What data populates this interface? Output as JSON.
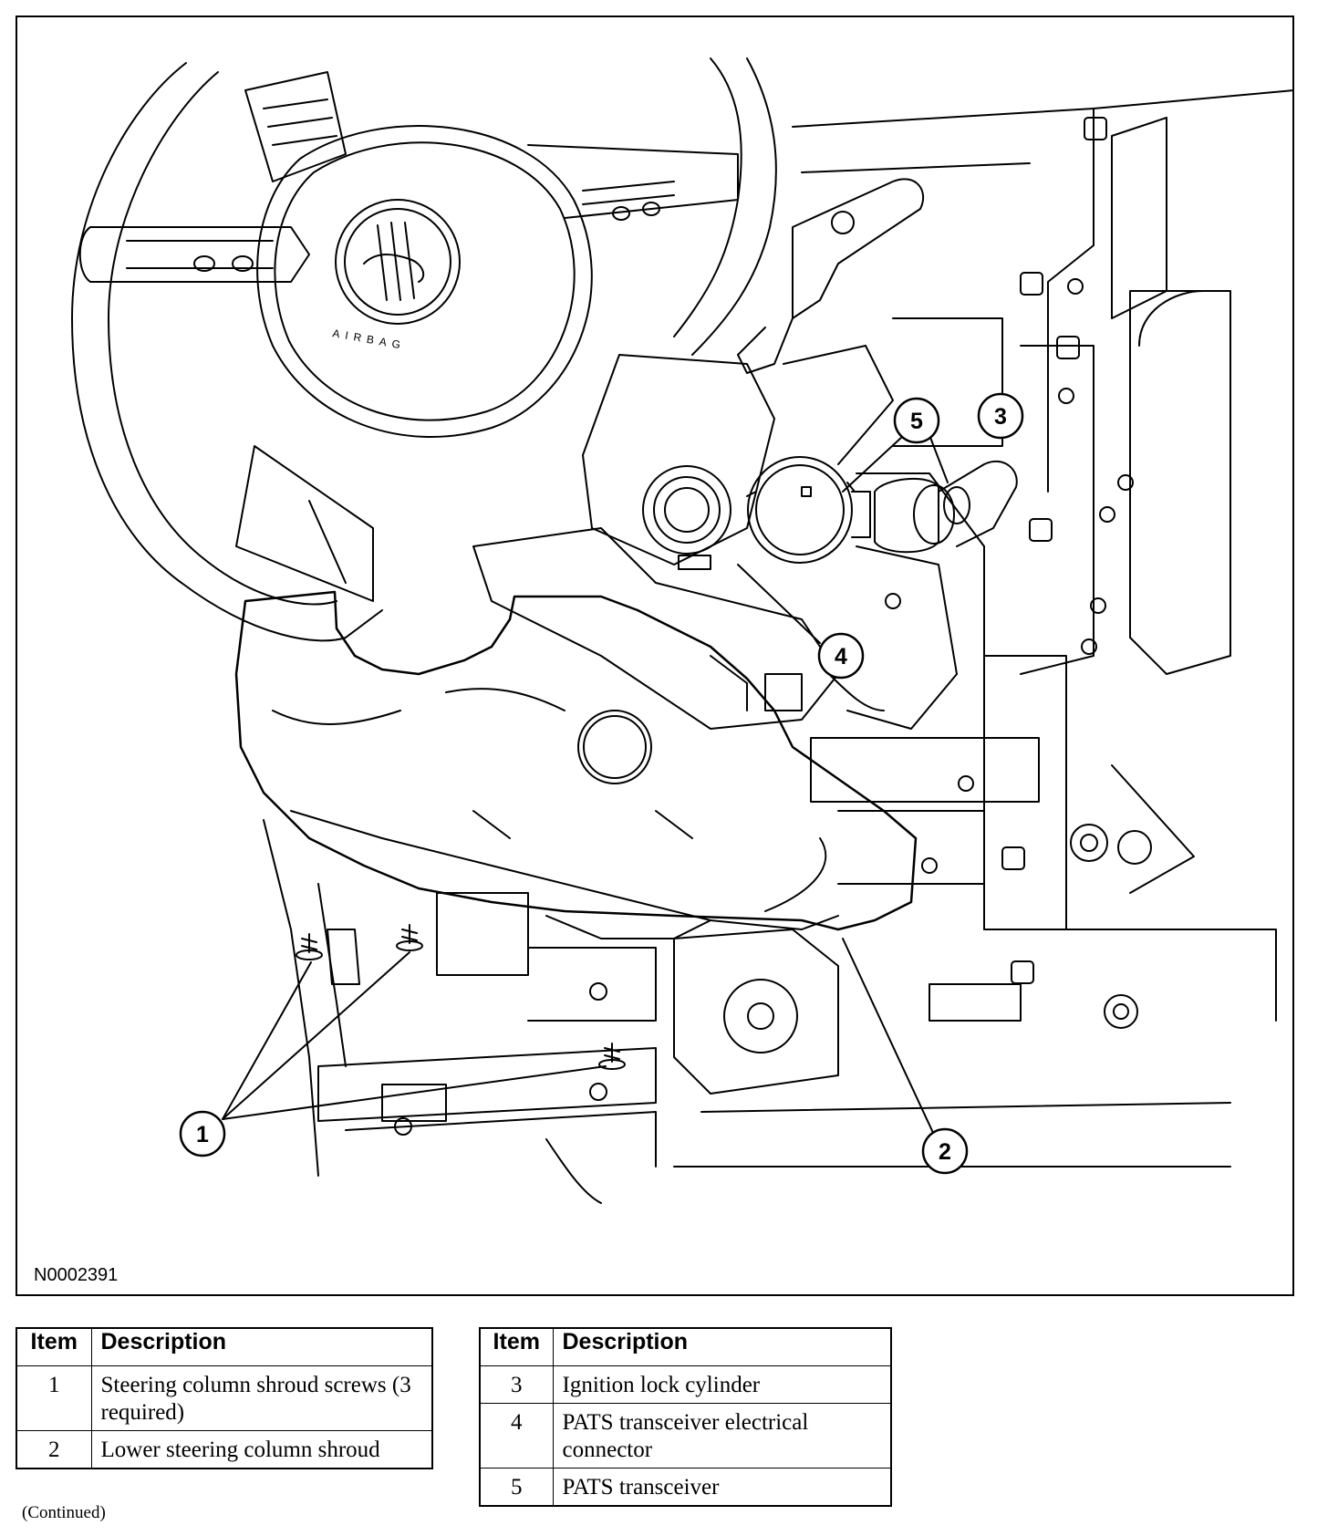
{
  "figure": {
    "id": "N0002391",
    "callouts": [
      "1",
      "2",
      "3",
      "4",
      "5"
    ]
  },
  "legend_left": {
    "headers": [
      "Item",
      "Description"
    ],
    "rows": [
      {
        "item": "1",
        "description": "Steering column shroud screws (3 required)"
      },
      {
        "item": "2",
        "description": "Lower steering column shroud"
      }
    ]
  },
  "legend_right": {
    "headers": [
      "Item",
      "Description"
    ],
    "rows": [
      {
        "item": "3",
        "description": "Ignition lock cylinder"
      },
      {
        "item": "4",
        "description": "PATS transceiver electrical connector"
      },
      {
        "item": "5",
        "description": "PATS transceiver"
      }
    ]
  },
  "footer": {
    "continued": "(Continued)"
  }
}
